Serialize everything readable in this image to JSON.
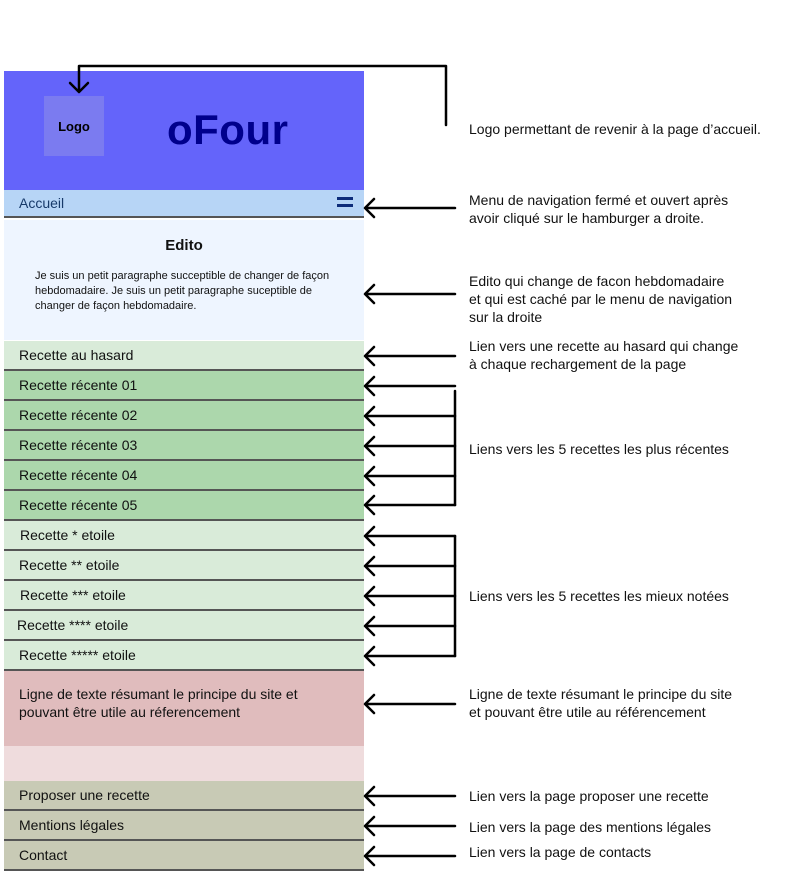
{
  "mockup": {
    "logo": "Logo",
    "brand": "oFour",
    "nav_label": "Accueil",
    "edito_title": "Edito",
    "edito_text": "Je suis un petit paragraphe succeptible de changer de façon hebdomadaire. Je suis un petit paragraphe suceptible de changer de façon hebdomadaire.",
    "random": "Recette au hasard",
    "recent": [
      "Recette récente 01",
      "Recette récente 02",
      "Recette récente 03",
      "Recette récente 04",
      "Recette récente 05"
    ],
    "rated": [
      "Recette * etoile",
      "Recette ** etoile",
      "Recette *** etoile",
      "Recette **** etoile",
      "Recette ***** etoile"
    ],
    "summary": "Ligne de texte résumant le principe du site et pouvant être utile au réferencement",
    "footer": [
      "Proposer une recette",
      "Mentions légales",
      "Contact"
    ]
  },
  "annotations": {
    "logo": "Logo permettant de revenir à la page d’accueil.",
    "nav_1": "Menu de navigation fermé et ouvert après",
    "nav_2": "avoir cliqué sur le hamburger a droite.",
    "edito_1": "Edito qui change de facon hebdomadaire",
    "edito_2": "et qui est caché par le menu de navigation",
    "edito_3": "sur la droite",
    "random_1": "Lien vers une recette au hasard qui change",
    "random_2": "à chaque rechargement de la page",
    "recent": "Liens vers les 5 recettes les plus récentes",
    "rated": "Liens vers les 5 recettes les mieux notées",
    "summary_1": "Ligne de texte résumant le principe du site",
    "summary_2": "et pouvant être utile au référencement",
    "propose": "Lien vers la page proposer une recette",
    "mentions": "Lien vers la page des mentions légales",
    "contact": "Lien vers la page de contacts"
  }
}
